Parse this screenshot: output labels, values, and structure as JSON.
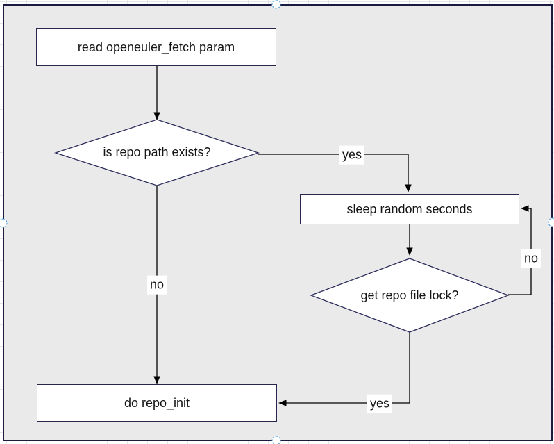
{
  "colors": {
    "canvas_fill": "#eaeaea",
    "canvas_border": "#1b1b42",
    "node_fill": "#ffffff",
    "node_border": "#26264f",
    "connector": "#000000",
    "text": "#141414",
    "selection_handle": "#3e9ad6",
    "grid_line": "#e4e4e4"
  },
  "flowchart": {
    "nodes": [
      {
        "id": "read-param",
        "shape": "process",
        "label": "read openeuler_fetch param"
      },
      {
        "id": "repo-path-exists",
        "shape": "decision",
        "label": "is repo path exists?"
      },
      {
        "id": "sleep-random",
        "shape": "process",
        "label": "sleep random seconds"
      },
      {
        "id": "get-repo-file-lock",
        "shape": "decision",
        "label": "get repo file lock?"
      },
      {
        "id": "do-repo-init",
        "shape": "process",
        "label": "do repo_init"
      }
    ],
    "edges": [
      {
        "from": "read-param",
        "to": "repo-path-exists",
        "label": ""
      },
      {
        "from": "repo-path-exists",
        "to": "sleep-random",
        "label": "yes"
      },
      {
        "from": "sleep-random",
        "to": "get-repo-file-lock",
        "label": ""
      },
      {
        "from": "get-repo-file-lock",
        "to": "sleep-random",
        "label": "no"
      },
      {
        "from": "get-repo-file-lock",
        "to": "do-repo-init",
        "label": "yes"
      },
      {
        "from": "repo-path-exists",
        "to": "do-repo-init",
        "label": "no"
      }
    ]
  }
}
